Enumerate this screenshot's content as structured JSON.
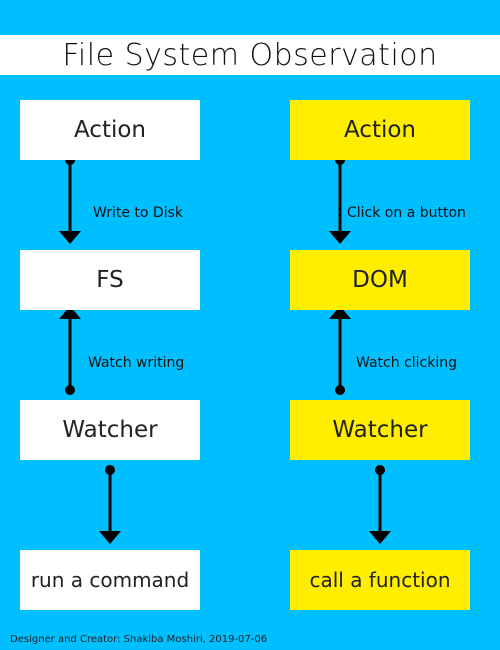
{
  "title": "File System Observation",
  "left_column": {
    "nodes": [
      "Action",
      "FS",
      "Watcher",
      "run a command"
    ],
    "edge_labels": [
      "Write to Disk",
      "Watch writing"
    ]
  },
  "right_column": {
    "nodes": [
      "Action",
      "DOM",
      "Watcher",
      "call a function"
    ],
    "edge_labels": [
      "Click on a button",
      "Watch clicking"
    ]
  },
  "footer": "Designer and Creator: Shakiba Moshiri, 2019-07-06",
  "colors": {
    "background": "#00bfff",
    "left_node": "#ffffff",
    "right_node": "#ffee00",
    "arrow": "#000000"
  }
}
